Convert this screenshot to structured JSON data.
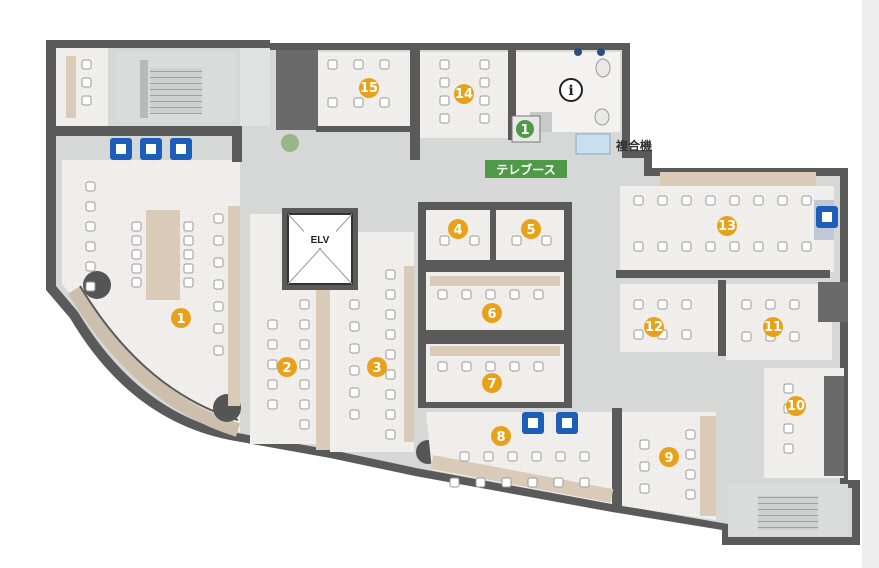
{
  "floor_plan": {
    "labels": {
      "elevator": "ELV",
      "telebooth": "テレブース",
      "copier": "複合機",
      "telebooth_number": "1",
      "info_symbol": "i"
    },
    "rooms": [
      {
        "id": "room-1",
        "number": "1"
      },
      {
        "id": "room-2",
        "number": "2"
      },
      {
        "id": "room-3",
        "number": "3"
      },
      {
        "id": "room-4",
        "number": "4"
      },
      {
        "id": "room-5",
        "number": "5"
      },
      {
        "id": "room-6",
        "number": "6"
      },
      {
        "id": "room-7",
        "number": "7"
      },
      {
        "id": "room-8",
        "number": "8"
      },
      {
        "id": "room-9",
        "number": "9"
      },
      {
        "id": "room-10",
        "number": "10"
      },
      {
        "id": "room-11",
        "number": "11"
      },
      {
        "id": "room-12",
        "number": "12"
      },
      {
        "id": "room-13",
        "number": "13"
      },
      {
        "id": "room-14",
        "number": "14"
      },
      {
        "id": "room-15",
        "number": "15"
      }
    ],
    "icons": [
      "locker-icon",
      "info-icon",
      "toilet-icon",
      "stairs-icon"
    ],
    "colors": {
      "badge": "#e8a21a",
      "telebooth": "#4e9a47",
      "locker": "#1d5fb8",
      "wall": "#5c5c5c",
      "corridor": "#d6d8d8",
      "room_floor": "#f1efec",
      "furniture": "#d9cbb8"
    }
  }
}
